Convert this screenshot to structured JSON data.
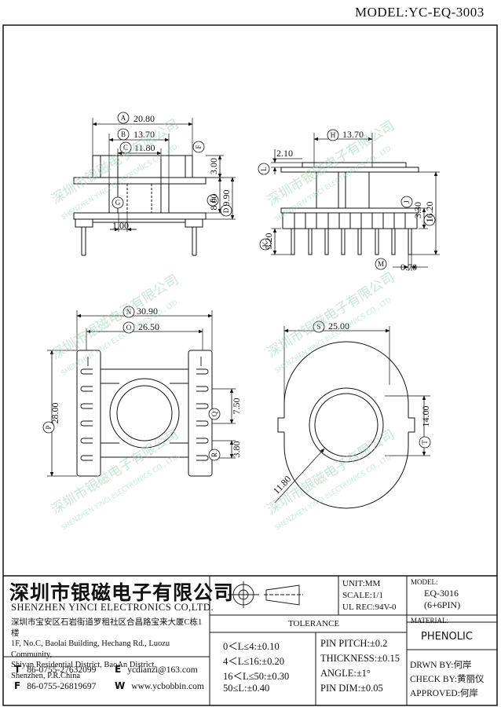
{
  "model": "MODEL:YC-EQ-3003",
  "dimensions": {
    "A": "20.80",
    "B": "13.70",
    "C": "11.80",
    "D": "9.90",
    "E": "8.00",
    "F": "3.00",
    "G": "1.00",
    "H": "13.70",
    "I": "16.20",
    "J": "3.30",
    "K": "5.20",
    "L": "2.10",
    "M": "0.70",
    "N": "30.90",
    "O": "26.50",
    "P": "28.00",
    "Q": "7.50",
    "R": "3.80",
    "S": "25.00",
    "T": "14.00",
    "U": "11.80"
  },
  "watermark": {
    "cn": "深圳市银磁电子有限公司",
    "en": "SHENZHEN YINCI ELECTRONICS CO., LTD."
  },
  "title_block": {
    "company_cn": "深圳市银磁电子有限公司",
    "company_en": "SHENZHEN YINCI ELECTRONICS CO,LTD.",
    "address": [
      "深圳市宝安区石岩街道罗租社区合昌路宝来大厦C栋1楼",
      "1F, No.C, Baolai Building, Hechang Rd., Luozu Community,",
      "Shiyan Residential District, BaoAn District,",
      "Shenzhen, P.R.China"
    ],
    "tel_label": "T",
    "tel": "86-0755-27632099",
    "fax_label": "F",
    "fax": "86-0755-26819697",
    "email_label": "E",
    "email": "ycdianzi@163.com",
    "web_label": "W",
    "web": "www.ycbobbin.com",
    "unit": "UNIT:MM",
    "scale": "SCALE:1/1",
    "ul": "UL REC:94V-0",
    "model_label": "MODEL:",
    "model_value": "EQ-3016",
    "model_pins": "(6+6PIN)",
    "material_label": "MATERIAL:",
    "material_value": "PHENOLIC",
    "tolerance_title": "TOLERANCE",
    "tolerances": [
      "0＜L≤4:±0.10",
      "4＜L≤16:±0.20",
      "16＜L≤50:±0.30",
      "50≤L:±0.40"
    ],
    "specs": [
      "PIN PITCH:±0.2",
      "THICKNESS:±0.15",
      "ANGLE:±1°",
      "PIN DIM:±0.05"
    ],
    "drawn": "DRWN BY:何岸",
    "check": "CHECK BY:黄丽仪",
    "approved": "APPROVED:何岸"
  }
}
